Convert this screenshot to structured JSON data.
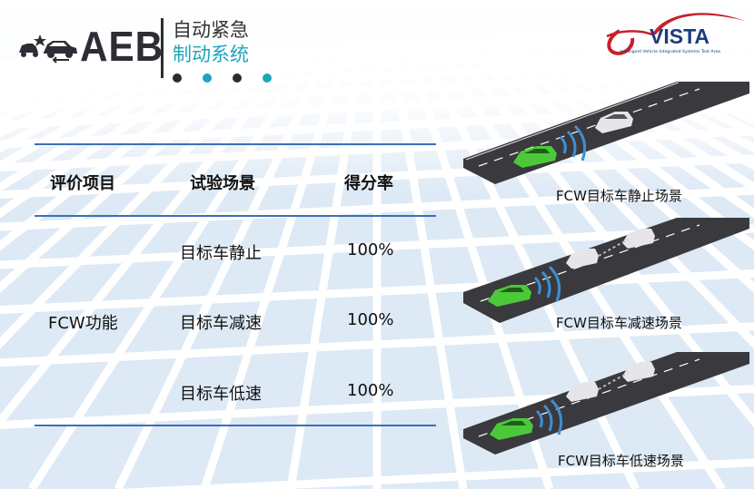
{
  "header": {
    "logo_text": "AEB",
    "title_line1": "自动紧急",
    "title_line2": "制动系统",
    "dot_colors": [
      "#2b2b33",
      "#1ba6bd",
      "#2b2b33",
      "#1ba6bd"
    ]
  },
  "brand": {
    "name": "i-VISTA",
    "name_display": "VISTA",
    "subtitle": "Intelligent Vehicle Integrated Systems Test Area",
    "colors": {
      "red": "#c8202a",
      "blue": "#1c3b80"
    }
  },
  "table": {
    "headers": [
      "评价项目",
      "试验场景",
      "得分率"
    ],
    "group_label": "FCW功能",
    "rows": [
      {
        "scenario": "目标车静止",
        "score": "100%"
      },
      {
        "scenario": "目标车减速",
        "score": "100%"
      },
      {
        "scenario": "目标车低速",
        "score": "100%"
      }
    ],
    "line_color": "#3b6fb8"
  },
  "scenes": [
    {
      "caption": "FCW目标车静止场景"
    },
    {
      "caption": "FCW目标车减速场景"
    },
    {
      "caption": "FCW目标车低速场景"
    }
  ],
  "colors": {
    "accent": "#1ba6bd",
    "road": "#3a3a3e",
    "ego_car": "#4cc93a",
    "wave": "#3f8fd0"
  }
}
